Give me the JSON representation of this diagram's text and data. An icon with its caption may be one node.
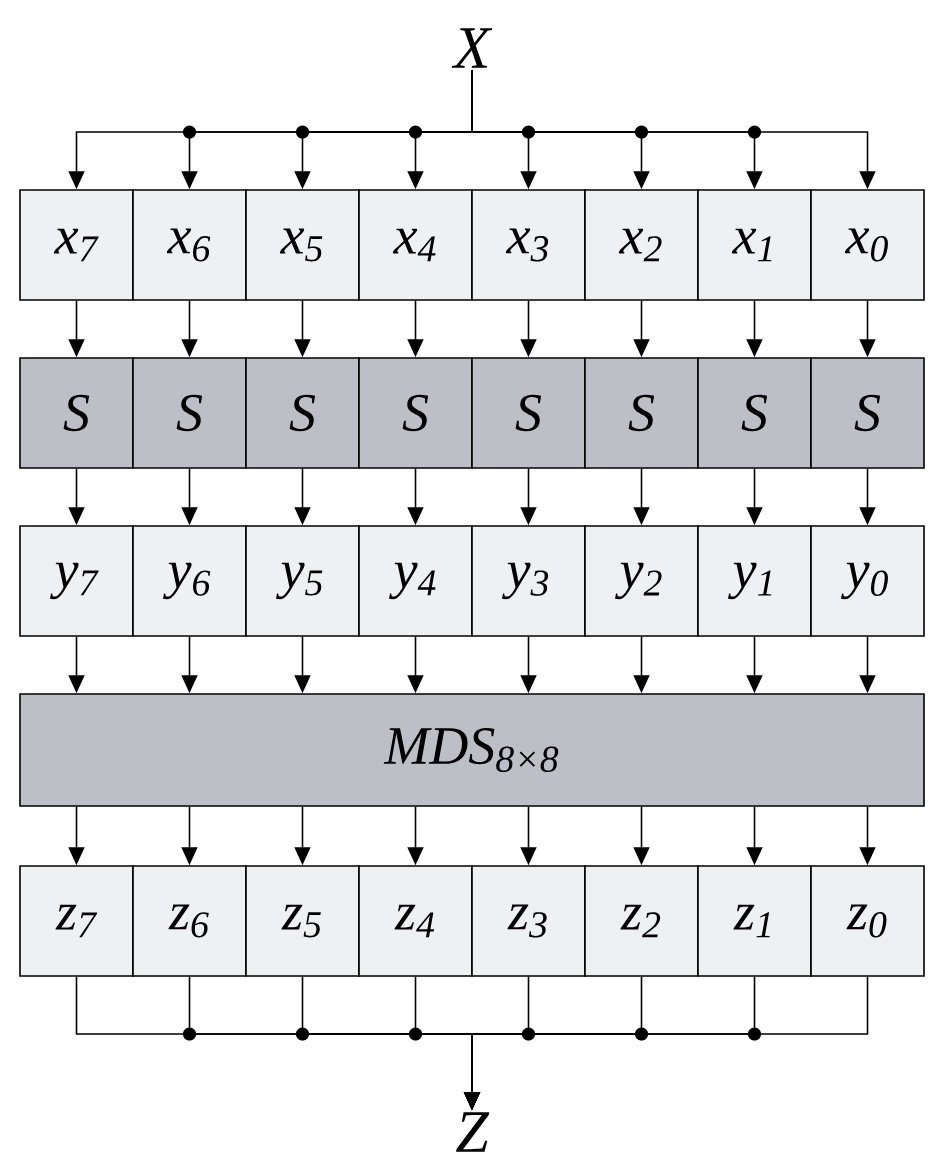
{
  "diagram": {
    "nodes": [
      {
        "text": [
          "X"
        ]
      },
      {
        "text": [
          "x$_{7}$"
        ]
      },
      {
        "text": [
          "x$_{6}$"
        ]
      },
      {
        "text": [
          "x$_{5}$"
        ]
      },
      {
        "text": [
          "x$_{4}$"
        ]
      },
      {
        "text": [
          "x$_{3}$"
        ]
      },
      {
        "text": [
          "x$_{2}$"
        ]
      },
      {
        "text": [
          "x$_{1}$"
        ]
      },
      {
        "text": [
          "x$_{0}$"
        ]
      },
      {
        "text": [
          "S"
        ]
      },
      {
        "text": [
          "S"
        ]
      },
      {
        "text": [
          "S"
        ]
      },
      {
        "text": [
          "S"
        ]
      },
      {
        "text": [
          "S"
        ]
      },
      {
        "text": [
          "S"
        ]
      },
      {
        "text": [
          "S"
        ]
      },
      {
        "text": [
          "S"
        ]
      },
      {
        "text": [
          "y$_{7}$"
        ]
      },
      {
        "text": [
          "y$_{6}$"
        ]
      },
      {
        "text": [
          "y$_{5}$"
        ]
      },
      {
        "text": [
          "y$_{4}$"
        ]
      },
      {
        "text": [
          "y$_{3}$"
        ]
      },
      {
        "text": [
          "y$_{2}$"
        ]
      },
      {
        "text": [
          "y$_{1}$"
        ]
      },
      {
        "text": [
          "y$_{0}$"
        ]
      },
      {
        "text": [
          "MDS$_{8×8}$"
        ]
      },
      {
        "text": [
          "z$_{7}$"
        ]
      },
      {
        "text": [
          "z$_{6}$"
        ]
      },
      {
        "text": [
          "z$_{5}$"
        ]
      },
      {
        "text": [
          "z$_{4}$"
        ]
      },
      {
        "text": [
          "z$_{3}$"
        ]
      },
      {
        "text": [
          "z$_{2}$"
        ]
      },
      {
        "text": [
          "z$_{1}$"
        ]
      },
      {
        "text": [
          "z$_{0}$"
        ]
      },
      {
        "text": [
          "Z"
        ]
      }
    ],
    "edges": [
      {
        "from": 0,
        "to": 1,
        "arrow": "to"
      },
      {
        "from": 0,
        "to": 2,
        "arrow": "to"
      },
      {
        "from": 0,
        "to": 3,
        "arrow": "to"
      },
      {
        "from": 0,
        "to": 4,
        "arrow": "to"
      },
      {
        "from": 0,
        "to": 5,
        "arrow": "to"
      },
      {
        "from": 0,
        "to": 6,
        "arrow": "to"
      },
      {
        "from": 0,
        "to": 7,
        "arrow": "to"
      },
      {
        "from": 0,
        "to": 8,
        "arrow": "to"
      },
      {
        "from": 1,
        "to": 9,
        "arrow": "to"
      },
      {
        "from": 2,
        "to": 10,
        "arrow": "to"
      },
      {
        "from": 3,
        "to": 11,
        "arrow": "to"
      },
      {
        "from": 4,
        "to": 12,
        "arrow": "to"
      },
      {
        "from": 5,
        "to": 13,
        "arrow": "to"
      },
      {
        "from": 6,
        "to": 14,
        "arrow": "to"
      },
      {
        "from": 7,
        "to": 15,
        "arrow": "to"
      },
      {
        "from": 8,
        "to": 16,
        "arrow": "to"
      },
      {
        "from": 9,
        "to": 17,
        "arrow": "to"
      },
      {
        "from": 10,
        "to": 18,
        "arrow": "to"
      },
      {
        "from": 11,
        "to": 19,
        "arrow": "to"
      },
      {
        "from": 12,
        "to": 20,
        "arrow": "to"
      },
      {
        "from": 13,
        "to": 21,
        "arrow": "to"
      },
      {
        "from": 14,
        "to": 22,
        "arrow": "to"
      },
      {
        "from": 15,
        "to": 23,
        "arrow": "to"
      },
      {
        "from": 16,
        "to": 24,
        "arrow": "to"
      },
      {
        "from": 17,
        "to": 25,
        "arrow": "to"
      },
      {
        "from": 18,
        "to": 25,
        "arrow": "to"
      },
      {
        "from": 19,
        "to": 25,
        "arrow": "to"
      },
      {
        "from": 20,
        "to": 25,
        "arrow": "to"
      },
      {
        "from": 21,
        "to": 25,
        "arrow": "to"
      },
      {
        "from": 22,
        "to": 25,
        "arrow": "to"
      },
      {
        "from": 23,
        "to": 25,
        "arrow": "to"
      },
      {
        "from": 24,
        "to": 25,
        "arrow": "to"
      },
      {
        "from": 25,
        "to": 26,
        "arrow": "to"
      },
      {
        "from": 25,
        "to": 27,
        "arrow": "to"
      },
      {
        "from": 25,
        "to": 28,
        "arrow": "to"
      },
      {
        "from": 25,
        "to": 29,
        "arrow": "to"
      },
      {
        "from": 25,
        "to": 30,
        "arrow": "to"
      },
      {
        "from": 25,
        "to": 31,
        "arrow": "to"
      },
      {
        "from": 25,
        "to": 32,
        "arrow": "to"
      },
      {
        "from": 25,
        "to": 33,
        "arrow": "to"
      },
      {
        "from": 26,
        "to": 34,
        "arrow": "to"
      },
      {
        "from": 27,
        "to": 34,
        "arrow": "to"
      },
      {
        "from": 28,
        "to": 34,
        "arrow": "to"
      },
      {
        "from": 29,
        "to": 34,
        "arrow": "to"
      },
      {
        "from": 30,
        "to": 34,
        "arrow": "to"
      },
      {
        "from": 31,
        "to": 34,
        "arrow": "to"
      },
      {
        "from": 32,
        "to": 34,
        "arrow": "to"
      },
      {
        "from": 33,
        "to": 34,
        "arrow": "to"
      }
    ]
  }
}
